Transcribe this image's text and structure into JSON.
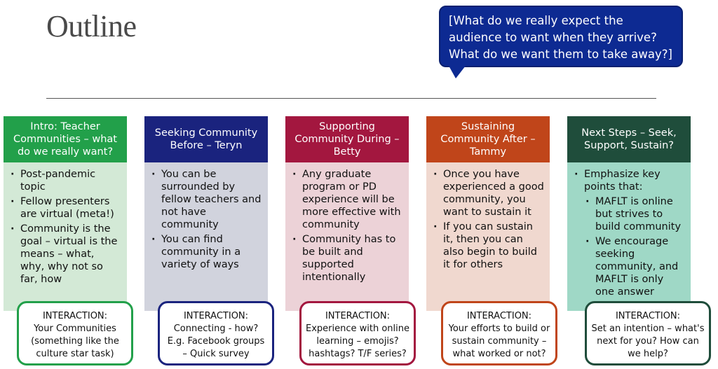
{
  "title": "Outline",
  "callout": "[What do we really expect the audience to want when they arrive? What do we want them to take away?]",
  "columns": [
    {
      "header": "Intro: Teacher Communities – what do we really want?",
      "bullets": [
        "Post-pandemic topic",
        "Fellow presenters are virtual (meta!)",
        "Community is the goal – virtual is the means – what, why, why not so far, how"
      ],
      "interaction": {
        "title": "INTERACTION:",
        "lines": [
          "Your Communities",
          "(something like the",
          "culture star task)"
        ]
      },
      "colors": {
        "head": "#22a04a",
        "body": "#d3e9d6",
        "border": "#22a04a"
      }
    },
    {
      "header": "Seeking Community Before – Teryn",
      "bullets": [
        "You can be surrounded by fellow teachers and not have community",
        "You can find community in a variety of ways"
      ],
      "interaction": {
        "title": "INTERACTION:",
        "lines": [
          "Connecting - how?",
          "E.g. Facebook groups",
          "– Quick survey"
        ]
      },
      "colors": {
        "head": "#1a237e",
        "body": "#d1d3dd",
        "border": "#1a237e"
      }
    },
    {
      "header": "Supporting Community During – Betty",
      "bullets": [
        "Any graduate program or PD experience will be more effective with community",
        "Community has to be built and supported intentionally"
      ],
      "interaction": {
        "title": "INTERACTION:",
        "lines": [
          "Experience with online",
          "learning – emojis?",
          "hashtags? T/F series?"
        ]
      },
      "colors": {
        "head": "#a3173f",
        "body": "#ecd2d7",
        "border": "#a3173f"
      }
    },
    {
      "header": "Sustaining Community After – Tammy",
      "bullets": [
        "Once you have experienced a good community, you want to sustain it",
        "If you can sustain it, then you can also begin to build it for others"
      ],
      "interaction": {
        "title": "INTERACTION:",
        "lines": [
          "Your efforts to build or",
          "sustain community –",
          "what worked or not?"
        ]
      },
      "colors": {
        "head": "#c0451a",
        "body": "#f0d8cf",
        "border": "#c0451a"
      }
    },
    {
      "header": "Next Steps – Seek, Support, Sustain?",
      "bullets": [
        "Emphasize key points that:"
      ],
      "sub_bullets": [
        "MAFLT is online but strives to build community",
        "We encourage seeking community, and MAFLT is only one answer"
      ],
      "interaction": {
        "title": "INTERACTION:",
        "lines": [
          "Set an intention – what's",
          "next for you? How can",
          "we help?"
        ]
      },
      "colors": {
        "head": "#1f4d3b",
        "body": "#9fd8c6",
        "border": "#1f4d3b"
      }
    }
  ]
}
